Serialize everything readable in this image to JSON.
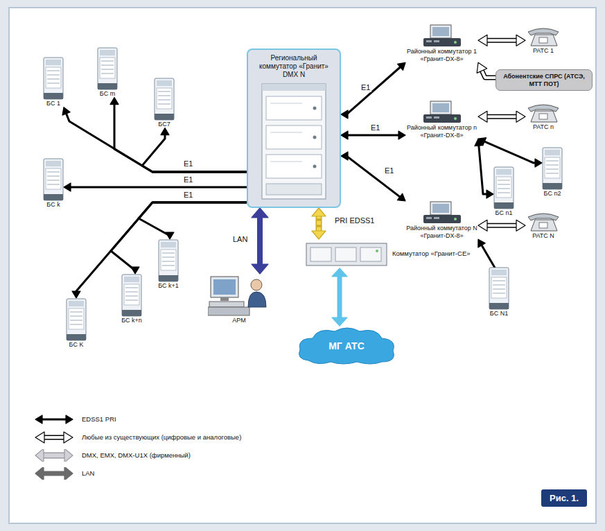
{
  "diagram": {
    "caption": "Рис. 1.",
    "nodes": [
      {
        "text": [
          "Региональный коммутатор «Гранит» DMX N"
        ]
      },
      {
        "text": [
          "БС 1"
        ]
      },
      {
        "text": [
          "БС m"
        ]
      },
      {
        "text": [
          "БС7"
        ]
      },
      {
        "text": [
          "БС k"
        ]
      },
      {
        "text": [
          "БС k+1"
        ]
      },
      {
        "text": [
          "БС k+n"
        ]
      },
      {
        "text": [
          "БС K"
        ]
      },
      {
        "text": [
          "Районный коммутатор 1 «Гранит-DX-8»"
        ]
      },
      {
        "text": [
          "РАТС 1"
        ]
      },
      {
        "text": [
          "Абонентские СПРС (АТСЭ, МТТ ПОТ)"
        ]
      },
      {
        "text": [
          "Районный коммутатор n «Гранит-DX-8»"
        ]
      },
      {
        "text": [
          "РАТС n"
        ]
      },
      {
        "text": [
          "БС n1"
        ]
      },
      {
        "text": [
          "БС n2"
        ]
      },
      {
        "text": [
          "Районный коммутатор N «Гранит-DX-8»"
        ]
      },
      {
        "text": [
          "РАТС N"
        ]
      },
      {
        "text": [
          "БС N1"
        ]
      },
      {
        "text": [
          "АРМ"
        ]
      },
      {
        "text": [
          "Коммутатор «Гранит-СЕ»"
        ]
      },
      {
        "text": [
          "МГ АТС"
        ]
      }
    ],
    "edges": [
      {
        "from": 0,
        "to": 1,
        "arrow": "to",
        "label": "E1"
      },
      {
        "from": 0,
        "to": 2,
        "arrow": "to"
      },
      {
        "from": 0,
        "to": 3,
        "arrow": "to"
      },
      {
        "from": 0,
        "to": 4,
        "arrow": "to",
        "label": "E1"
      },
      {
        "from": 0,
        "to": 5,
        "arrow": "to"
      },
      {
        "from": 0,
        "to": 6,
        "arrow": "to"
      },
      {
        "from": 0,
        "to": 7,
        "arrow": "to",
        "label": "E1"
      },
      {
        "from": 0,
        "to": 8,
        "arrow": "both",
        "label": "E1"
      },
      {
        "from": 0,
        "to": 11,
        "arrow": "both",
        "label": "E1"
      },
      {
        "from": 0,
        "to": 15,
        "arrow": "both",
        "label": "E1"
      },
      {
        "from": 8,
        "to": 9,
        "arrow": "both"
      },
      {
        "from": 10,
        "to": 8,
        "arrow": "to"
      },
      {
        "from": 11,
        "to": 12,
        "arrow": "both"
      },
      {
        "from": 11,
        "to": 13,
        "arrow": "both"
      },
      {
        "from": 11,
        "to": 14,
        "arrow": "both"
      },
      {
        "from": 15,
        "to": 16,
        "arrow": "both"
      },
      {
        "from": 15,
        "to": 17,
        "arrow": "both"
      },
      {
        "from": 0,
        "to": 18,
        "arrow": "both",
        "label": "LAN"
      },
      {
        "from": 0,
        "to": 19,
        "arrow": "both",
        "label": "PRI EDSS1"
      },
      {
        "from": 19,
        "to": 20,
        "arrow": "both"
      }
    ],
    "legend": [
      {
        "text": "EDSS1 PRI"
      },
      {
        "text": "Любые из существующих (цифровые и аналоговые)"
      },
      {
        "text": "DMX, EMX, DMX-U1X (фирменный)"
      },
      {
        "text": "LAN"
      }
    ]
  }
}
